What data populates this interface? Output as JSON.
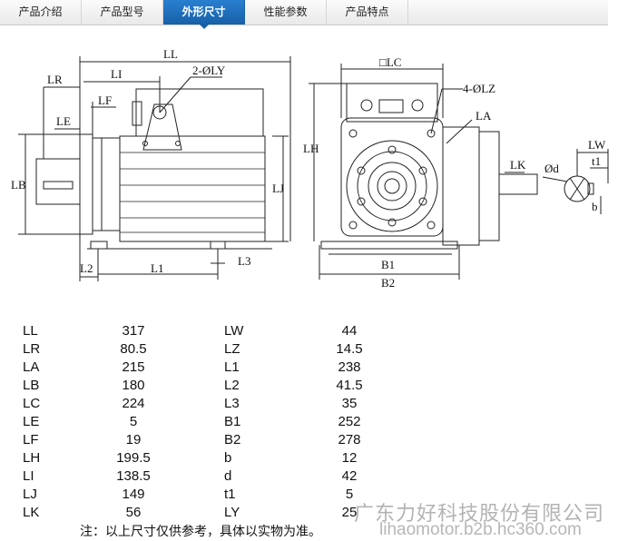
{
  "tabs": [
    {
      "label": "产品介绍"
    },
    {
      "label": "产品型号"
    },
    {
      "label": "外形尺寸"
    },
    {
      "label": "性能参数"
    },
    {
      "label": "产品特点"
    }
  ],
  "active_tab": 2,
  "drawing_labels": {
    "LL": "LL",
    "LR": "LR",
    "LI": "LI",
    "LY": "2-ØLY",
    "LF": "LF",
    "LE": "LE",
    "LB": "LB",
    "LJ": "LJ",
    "L2": "L2",
    "L1": "L1",
    "L3": "L3",
    "LC": "□LC",
    "LZ": "4-ØLZ",
    "LA": "LA",
    "LH": "LH",
    "LK": "LK",
    "LW": "LW",
    "d": "Ød",
    "t1": "t1",
    "b": "b",
    "B1": "B1",
    "B2": "B2"
  },
  "specs": [
    {
      "k1": "LL",
      "v1": "317",
      "k2": "LW",
      "v2": "44"
    },
    {
      "k1": "LR",
      "v1": "80.5",
      "k2": "LZ",
      "v2": "14.5"
    },
    {
      "k1": "LA",
      "v1": "215",
      "k2": "L1",
      "v2": "238"
    },
    {
      "k1": "LB",
      "v1": "180",
      "k2": "L2",
      "v2": "41.5"
    },
    {
      "k1": "LC",
      "v1": "224",
      "k2": "L3",
      "v2": "35"
    },
    {
      "k1": "LE",
      "v1": "5",
      "k2": "B1",
      "v2": "252"
    },
    {
      "k1": "LF",
      "v1": "19",
      "k2": "B2",
      "v2": "278"
    },
    {
      "k1": "LH",
      "v1": "199.5",
      "k2": "b",
      "v2": "12"
    },
    {
      "k1": "LI",
      "v1": "138.5",
      "k2": "d",
      "v2": "42"
    },
    {
      "k1": "LJ",
      "v1": "149",
      "k2": "t1",
      "v2": "5"
    },
    {
      "k1": "LK",
      "v1": "56",
      "k2": "LY",
      "v2": "25"
    }
  ],
  "note": "注：以上尺寸仅供参考，具体以实物为准。",
  "watermark": {
    "company": "广东力好科技股份有限公司",
    "url": "lihaomotor.b2b.hc360.com"
  }
}
